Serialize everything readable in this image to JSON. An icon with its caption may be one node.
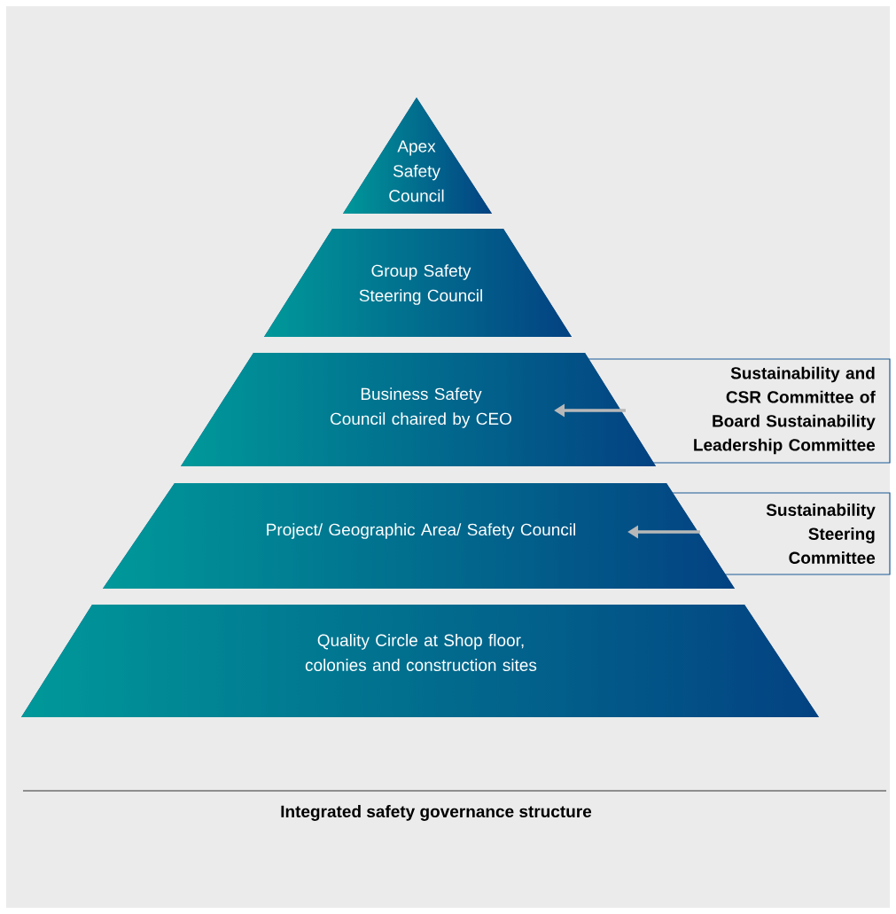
{
  "diagram": {
    "caption": "Integrated safety governance structure",
    "nodes": [
      {
        "text": [
          "Apex Safety Council"
        ]
      },
      {
        "text": [
          "Group Safety Steering Council"
        ]
      },
      {
        "text": [
          "Business Safety Council chaired by CEO"
        ]
      },
      {
        "text": [
          "Project/ Geographic Area/ Safety Council"
        ]
      },
      {
        "text": [
          "Quality Circle at Shop floor, colonies and construction sites"
        ]
      },
      {
        "text": [
          "Sustainability and CSR Committee of Board Sustainability Leadership Committee"
        ]
      },
      {
        "text": [
          "Sustainability Steering Committee"
        ]
      }
    ],
    "edges": [
      {
        "from": 5,
        "to": 2,
        "arrow": "to"
      },
      {
        "from": 6,
        "to": 3,
        "arrow": "to"
      }
    ]
  }
}
